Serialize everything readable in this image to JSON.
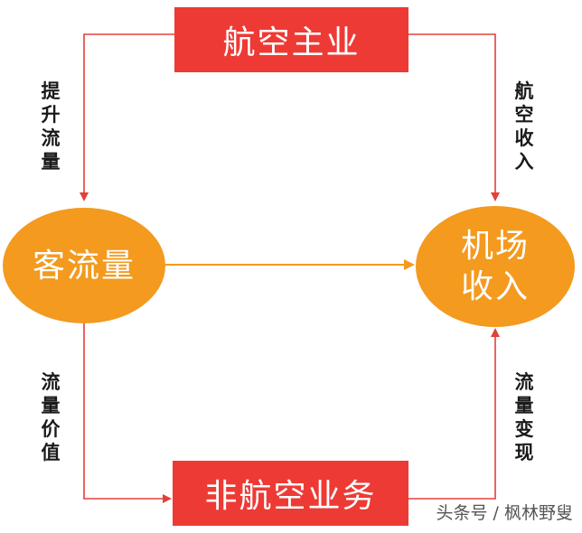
{
  "nodes": {
    "aviation_main": "航空主业",
    "non_aviation": "非航空业务",
    "passenger_flow": "客流量",
    "airport_revenue_line1": "机场",
    "airport_revenue_line2": "收入"
  },
  "edge_labels": {
    "boost_traffic": "提升流量",
    "aviation_income": "航空收入",
    "traffic_value": "流量价值",
    "traffic_monetize": "流量变现"
  },
  "watermark": "头条号 / 枫林野叟",
  "colors": {
    "box_red": "#ee3a35",
    "ellipse_orange": "#f39a1f",
    "arrow_red": "#e2403a",
    "arrow_orange": "#f39a1f"
  }
}
